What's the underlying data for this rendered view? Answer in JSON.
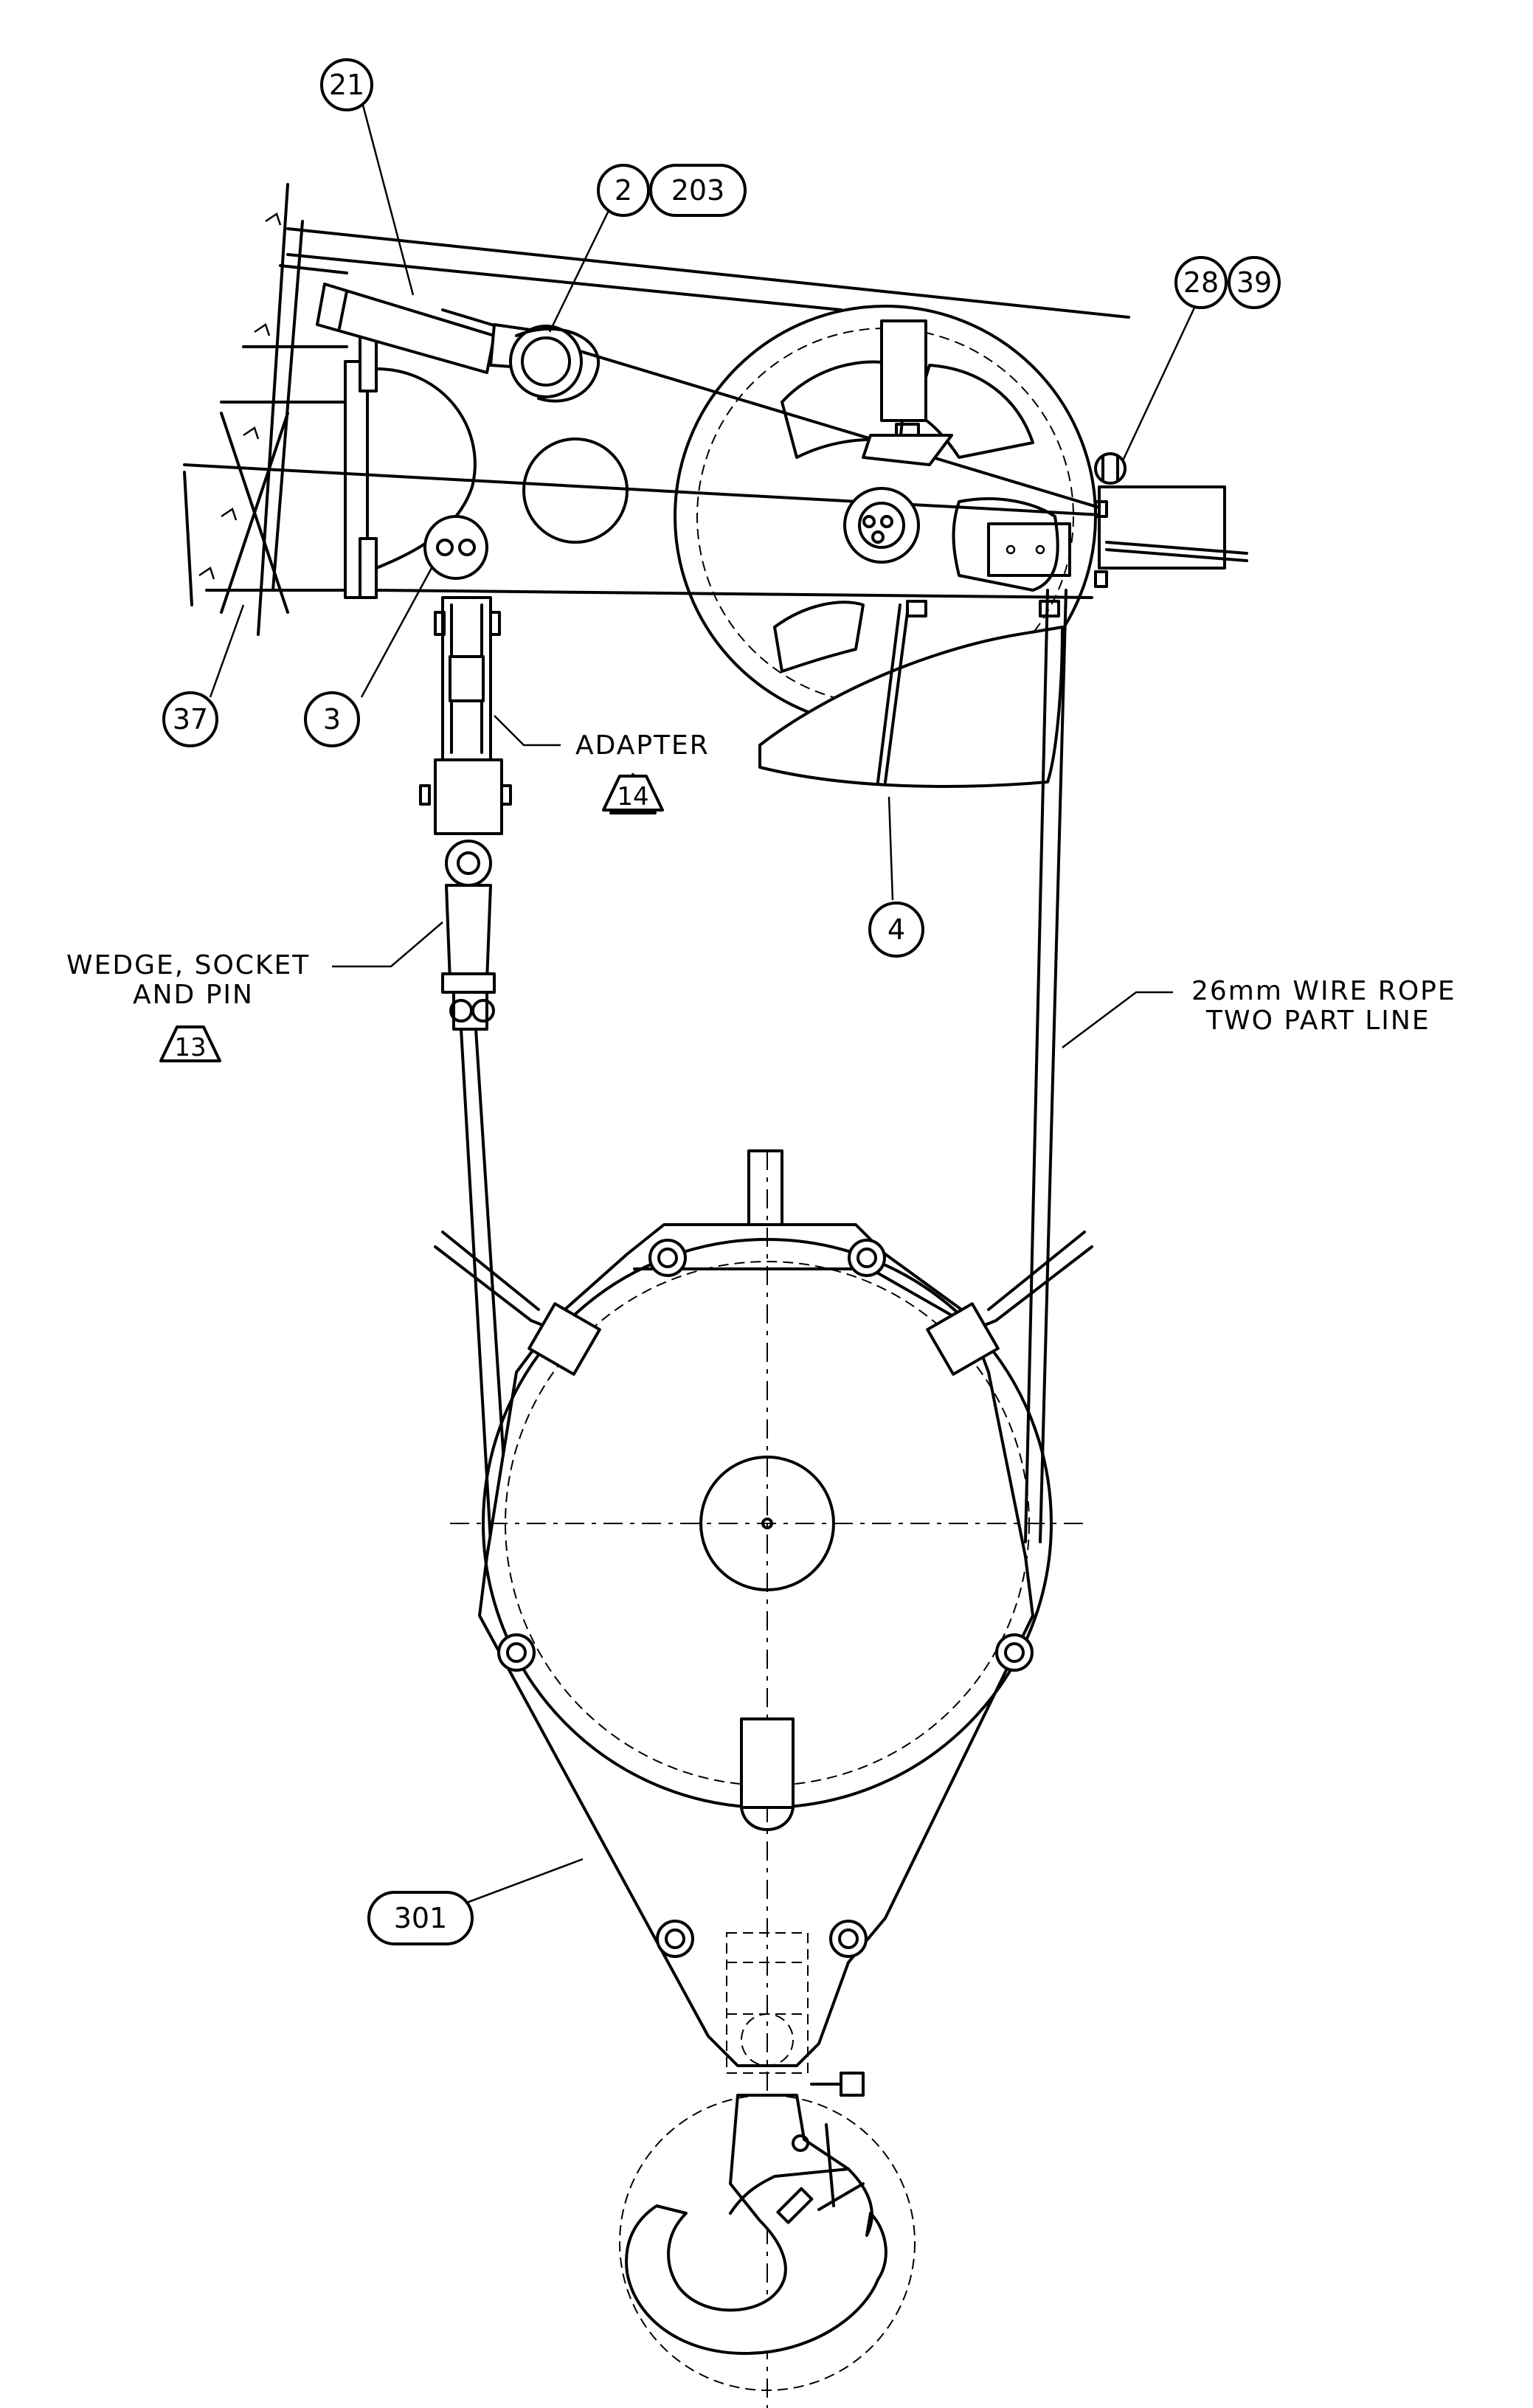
{
  "callouts": {
    "c21": "21",
    "c2": "2",
    "c203": "203",
    "c28": "28",
    "c39": "39",
    "c37": "37",
    "c3": "3",
    "c4": "4",
    "c301": "301"
  },
  "notes": {
    "adapter": "ADAPTER",
    "adapter_ref": "14",
    "wedge_line1": "WEDGE, SOCKET",
    "wedge_line2": "AND PIN",
    "wedge_ref": "13",
    "rope_line1": "26mm WIRE ROPE",
    "rope_line2": "TWO PART LINE"
  }
}
